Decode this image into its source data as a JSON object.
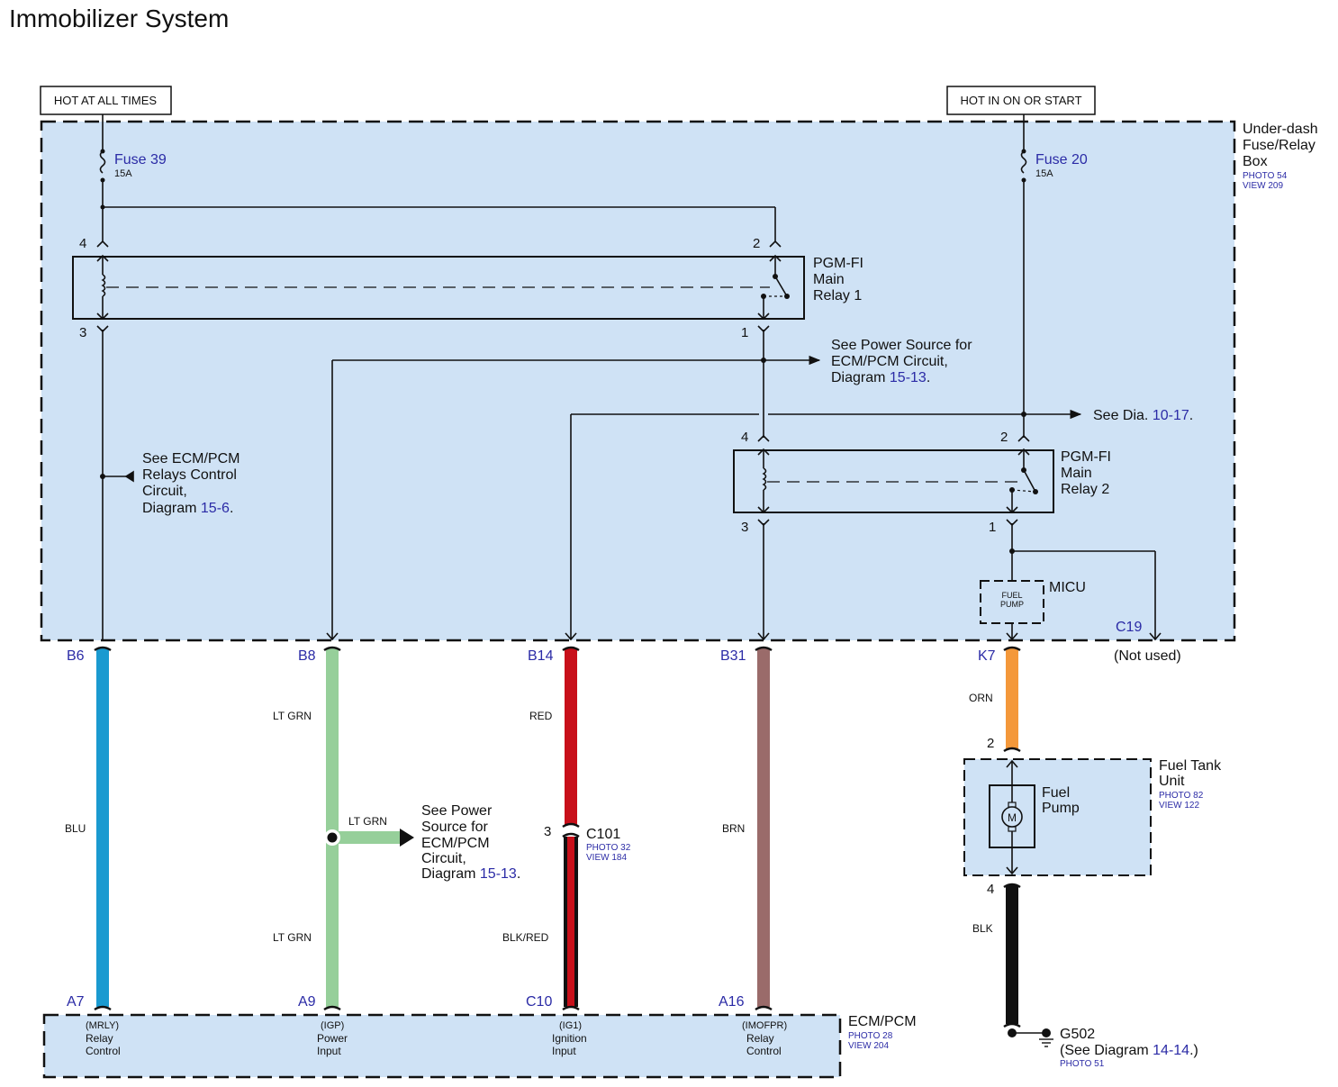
{
  "title": "Immobilizer System",
  "power_labels": {
    "left": "HOT AT ALL TIMES",
    "right": "HOT IN ON OR START"
  },
  "fuse_box": {
    "name_lines": [
      "Under-dash",
      "Fuse/Relay",
      "Box"
    ],
    "photo": "PHOTO 54",
    "view": "VIEW 209"
  },
  "fuses": [
    {
      "name": "Fuse 39",
      "rating": "15A"
    },
    {
      "name": "Fuse 20",
      "rating": "15A"
    }
  ],
  "relays": [
    {
      "name_lines": [
        "PGM-FI",
        "Main",
        "Relay 1"
      ],
      "pins": {
        "coil_in": "4",
        "coil_out": "3",
        "sw_in": "2",
        "sw_out": "1"
      }
    },
    {
      "name_lines": [
        "PGM-FI",
        "Main",
        "Relay 2"
      ],
      "pins": {
        "coil_in": "4",
        "coil_out": "3",
        "sw_in": "2",
        "sw_out": "1"
      }
    }
  ],
  "references": {
    "power_source_top": {
      "lines": [
        "See Power Source for",
        "ECM/PCM Circuit,",
        "Diagram "
      ],
      "link": "15-13",
      "suffix": "."
    },
    "see_dia": {
      "prefix": "See  Dia. ",
      "link": "10-17",
      "suffix": "."
    },
    "relays_control": {
      "lines": [
        "See ECM/PCM",
        "Relays Control",
        "Circuit,",
        "Diagram "
      ],
      "link": "15-6",
      "suffix": "."
    },
    "power_source_mid": {
      "lines": [
        "See Power",
        "Source for",
        "ECM/PCM",
        "Circuit,",
        "Diagram "
      ],
      "link": "15-13",
      "suffix": "."
    }
  },
  "micu": {
    "name": "MICU",
    "inner_lines": [
      "FUEL",
      "PUMP"
    ],
    "unused_pin": "C19",
    "unused_label": "(Not used)"
  },
  "wires": [
    {
      "top_pin": "B6",
      "bottom_pin": "A7",
      "color_name": "BLU",
      "color": "#1a9ad0"
    },
    {
      "top_pin": "B8",
      "bottom_pin": "A9",
      "color_name_top": "LT GRN",
      "color_name_bottom": "LT GRN",
      "branch_label": "LT GRN",
      "color": "#96cf9a"
    },
    {
      "top_pin": "B14",
      "bottom_pin": "C10",
      "color_name_top": "RED",
      "color_name_bottom": "BLK/RED",
      "color": "#c8101a",
      "stripe_outer": "#111111"
    },
    {
      "top_pin": "B31",
      "bottom_pin": "A16",
      "color_name": "BRN",
      "color": "#9a6b6a"
    },
    {
      "top_pin": "K7",
      "bottom_pin": "2",
      "color_name": "ORN",
      "color": "#f4983a"
    },
    {
      "top_pin": "4",
      "color_name": "BLK",
      "color": "#111111"
    }
  ],
  "connector_c101": {
    "pin": "3",
    "name": "C101",
    "photo": "PHOTO 32",
    "view": "VIEW 184"
  },
  "fuel_tank": {
    "name_lines": [
      "Fuel Tank",
      "Unit"
    ],
    "photo": "PHOTO 82",
    "view": "VIEW 122",
    "pump_lines": [
      "Fuel",
      "Pump"
    ],
    "motor_glyph": "M"
  },
  "ground": {
    "name": "G502",
    "ref_prefix": "(See Diagram ",
    "ref_link": "14-14",
    "ref_suffix": ".)",
    "photo": "PHOTO 51"
  },
  "ecm": {
    "name": "ECM/PCM",
    "photo": "PHOTO 28",
    "view": "VIEW 204",
    "terminals": [
      {
        "code": "(MRLY)",
        "lines": [
          "Relay",
          "Control"
        ]
      },
      {
        "code": "(IGP)",
        "lines": [
          "Power",
          "Input"
        ]
      },
      {
        "code": "(IG1)",
        "lines": [
          "Ignition",
          "Input"
        ]
      },
      {
        "code": "(IMOFPR)",
        "lines": [
          "Relay",
          "Control"
        ]
      }
    ]
  },
  "colors": {
    "box_fill": "#cfe2f5",
    "link_blue": "#2b2ba6"
  }
}
